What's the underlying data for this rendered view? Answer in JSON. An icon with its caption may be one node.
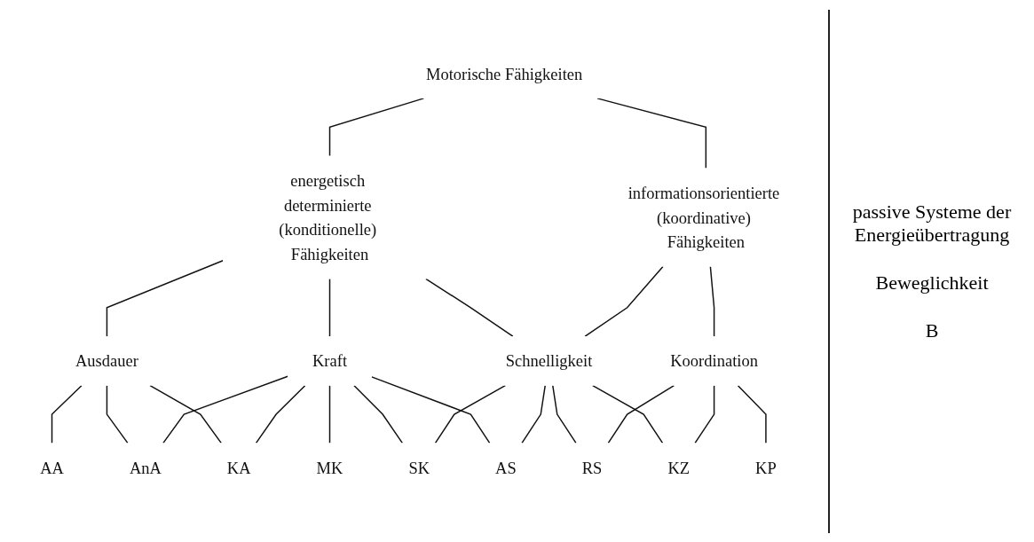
{
  "diagram": {
    "nodes": [
      {
        "text": [
          "Motorische Fähigkeiten"
        ]
      },
      {
        "text": [
          "energetisch determinierte (konditionelle) Fähigkeiten"
        ]
      },
      {
        "text": [
          "informationsorientierte (koordinative) Fähigkeiten"
        ]
      },
      {
        "text": [
          "Ausdauer"
        ]
      },
      {
        "text": [
          "Kraft"
        ]
      },
      {
        "text": [
          "Schnelligkeit"
        ]
      },
      {
        "text": [
          "Koordination"
        ]
      },
      {
        "text": [
          "AA"
        ]
      },
      {
        "text": [
          "AnA"
        ]
      },
      {
        "text": [
          "KA"
        ]
      },
      {
        "text": [
          "MK"
        ]
      },
      {
        "text": [
          "SK"
        ]
      },
      {
        "text": [
          "AS"
        ]
      },
      {
        "text": [
          "RS"
        ]
      },
      {
        "text": [
          "KZ"
        ]
      },
      {
        "text": [
          "KP"
        ]
      }
    ],
    "edges": [
      {
        "from": 0,
        "to": 1,
        "arrow": "none"
      },
      {
        "from": 0,
        "to": 2,
        "arrow": "none"
      },
      {
        "from": 1,
        "to": 3,
        "arrow": "none"
      },
      {
        "from": 1,
        "to": 4,
        "arrow": "none"
      },
      {
        "from": 1,
        "to": 5,
        "arrow": "none"
      },
      {
        "from": 2,
        "to": 5,
        "arrow": "none"
      },
      {
        "from": 2,
        "to": 6,
        "arrow": "none"
      },
      {
        "from": 3,
        "to": 7,
        "arrow": "none"
      },
      {
        "from": 3,
        "to": 8,
        "arrow": "none"
      },
      {
        "from": 3,
        "to": 9,
        "arrow": "none"
      },
      {
        "from": 4,
        "to": 8,
        "arrow": "none"
      },
      {
        "from": 4,
        "to": 9,
        "arrow": "none"
      },
      {
        "from": 4,
        "to": 10,
        "arrow": "none"
      },
      {
        "from": 4,
        "to": 11,
        "arrow": "none"
      },
      {
        "from": 4,
        "to": 12,
        "arrow": "none"
      },
      {
        "from": 5,
        "to": 11,
        "arrow": "none"
      },
      {
        "from": 5,
        "to": 12,
        "arrow": "none"
      },
      {
        "from": 5,
        "to": 13,
        "arrow": "none"
      },
      {
        "from": 5,
        "to": 14,
        "arrow": "none"
      },
      {
        "from": 6,
        "to": 13,
        "arrow": "none"
      },
      {
        "from": 6,
        "to": 14,
        "arrow": "none"
      },
      {
        "from": 6,
        "to": 15,
        "arrow": "none"
      }
    ],
    "labels": [
      "passive Systeme der Energieübertragung",
      "Beweglichkeit",
      "B"
    ]
  }
}
